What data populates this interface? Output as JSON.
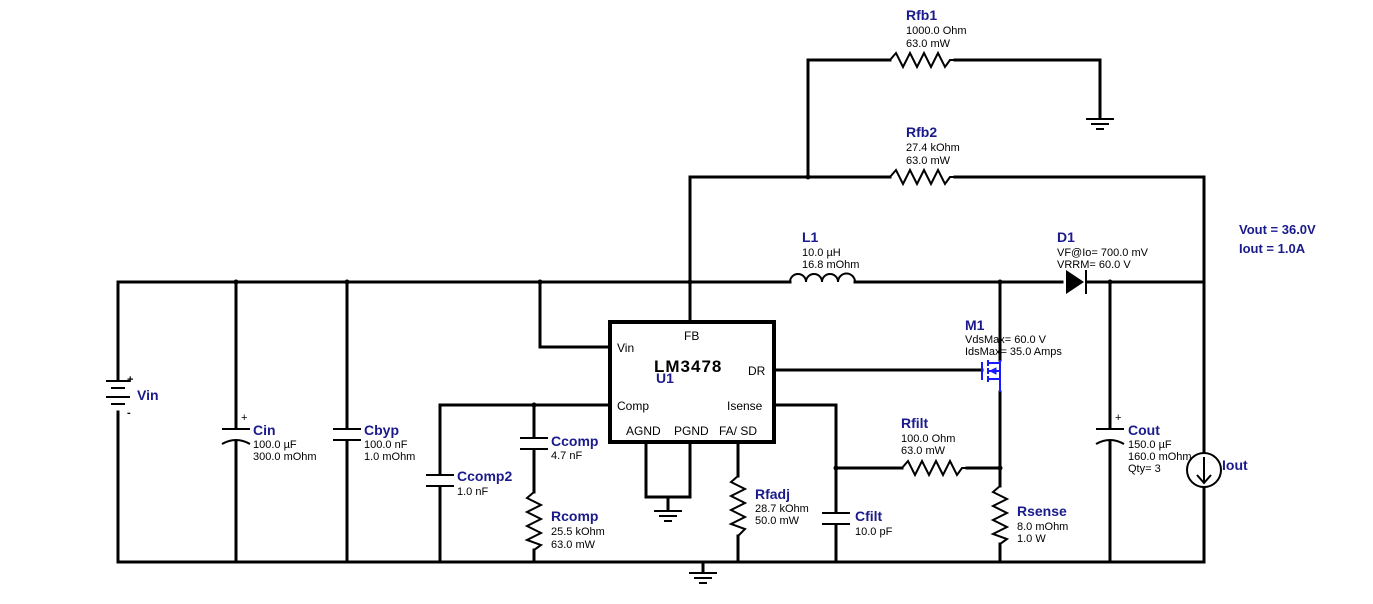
{
  "output": {
    "vout": "Vout = 36.0V",
    "iout": "Iout = 1.0A"
  },
  "components": {
    "rfb1": {
      "name": "Rfb1",
      "v1": "1000.0 Ohm",
      "v2": "63.0 mW"
    },
    "rfb2": {
      "name": "Rfb2",
      "v1": "27.4 kOhm",
      "v2": "63.0 mW"
    },
    "l1": {
      "name": "L1",
      "v1": "10.0 µH",
      "v2": "16.8 mOhm"
    },
    "d1": {
      "name": "D1",
      "v1": "VF@Io= 700.0 mV",
      "v2": "VRRM= 60.0 V"
    },
    "m1": {
      "name": "M1",
      "v1": "VdsMax= 60.0 V",
      "v2": "IdsMax= 35.0 Amps"
    },
    "vin": {
      "name": "Vin"
    },
    "cin": {
      "name": "Cin",
      "v1": "100.0 µF",
      "v2": "300.0 mOhm"
    },
    "cbyp": {
      "name": "Cbyp",
      "v1": "100.0 nF",
      "v2": "1.0 mOhm"
    },
    "ccomp2": {
      "name": "Ccomp2",
      "v1": "1.0 nF"
    },
    "ccomp": {
      "name": "Ccomp",
      "v1": "4.7 nF"
    },
    "rcomp": {
      "name": "Rcomp",
      "v1": "25.5 kOhm",
      "v2": "63.0 mW"
    },
    "rfadj": {
      "name": "Rfadj",
      "v1": "28.7 kOhm",
      "v2": "50.0 mW"
    },
    "cfilt": {
      "name": "Cfilt",
      "v1": "10.0 pF"
    },
    "rfilt": {
      "name": "Rfilt",
      "v1": "100.0 Ohm",
      "v2": "63.0 mW"
    },
    "rsense": {
      "name": "Rsense",
      "v1": "8.0 mOhm",
      "v2": "1.0 W"
    },
    "cout": {
      "name": "Cout",
      "v1": "150.0 µF",
      "v2": "160.0 mOhm",
      "v3": "Qty= 3"
    },
    "iout": {
      "name": "Iout"
    }
  },
  "ic": {
    "part": "LM3478",
    "ref": "U1",
    "pins": {
      "fb": "FB",
      "vin": "Vin",
      "dr": "DR",
      "comp": "Comp",
      "isense": "Isense",
      "agnd": "AGND",
      "pgnd": "PGND",
      "fa_sd": "FA/ SD"
    }
  }
}
